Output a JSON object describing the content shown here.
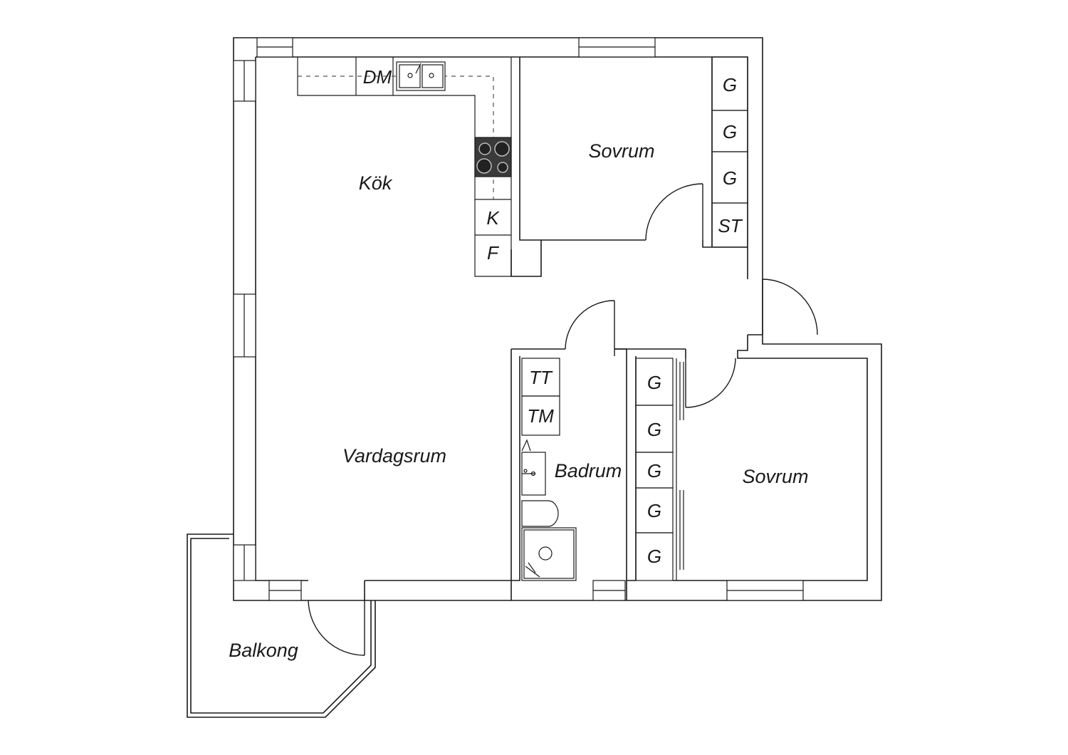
{
  "rooms": {
    "kok": "Kök",
    "sovrum_1": "Sovrum",
    "vardagsrum": "Vardagsrum",
    "badrum": "Badrum",
    "sovrum_2": "Sovrum",
    "balkong": "Balkong"
  },
  "fixtures": {
    "dishwasher": "DM",
    "fridge": "K",
    "freezer": "F",
    "tumble_dryer": "TT",
    "washing_machine": "TM",
    "storage": "ST",
    "wardrobe": "G"
  }
}
